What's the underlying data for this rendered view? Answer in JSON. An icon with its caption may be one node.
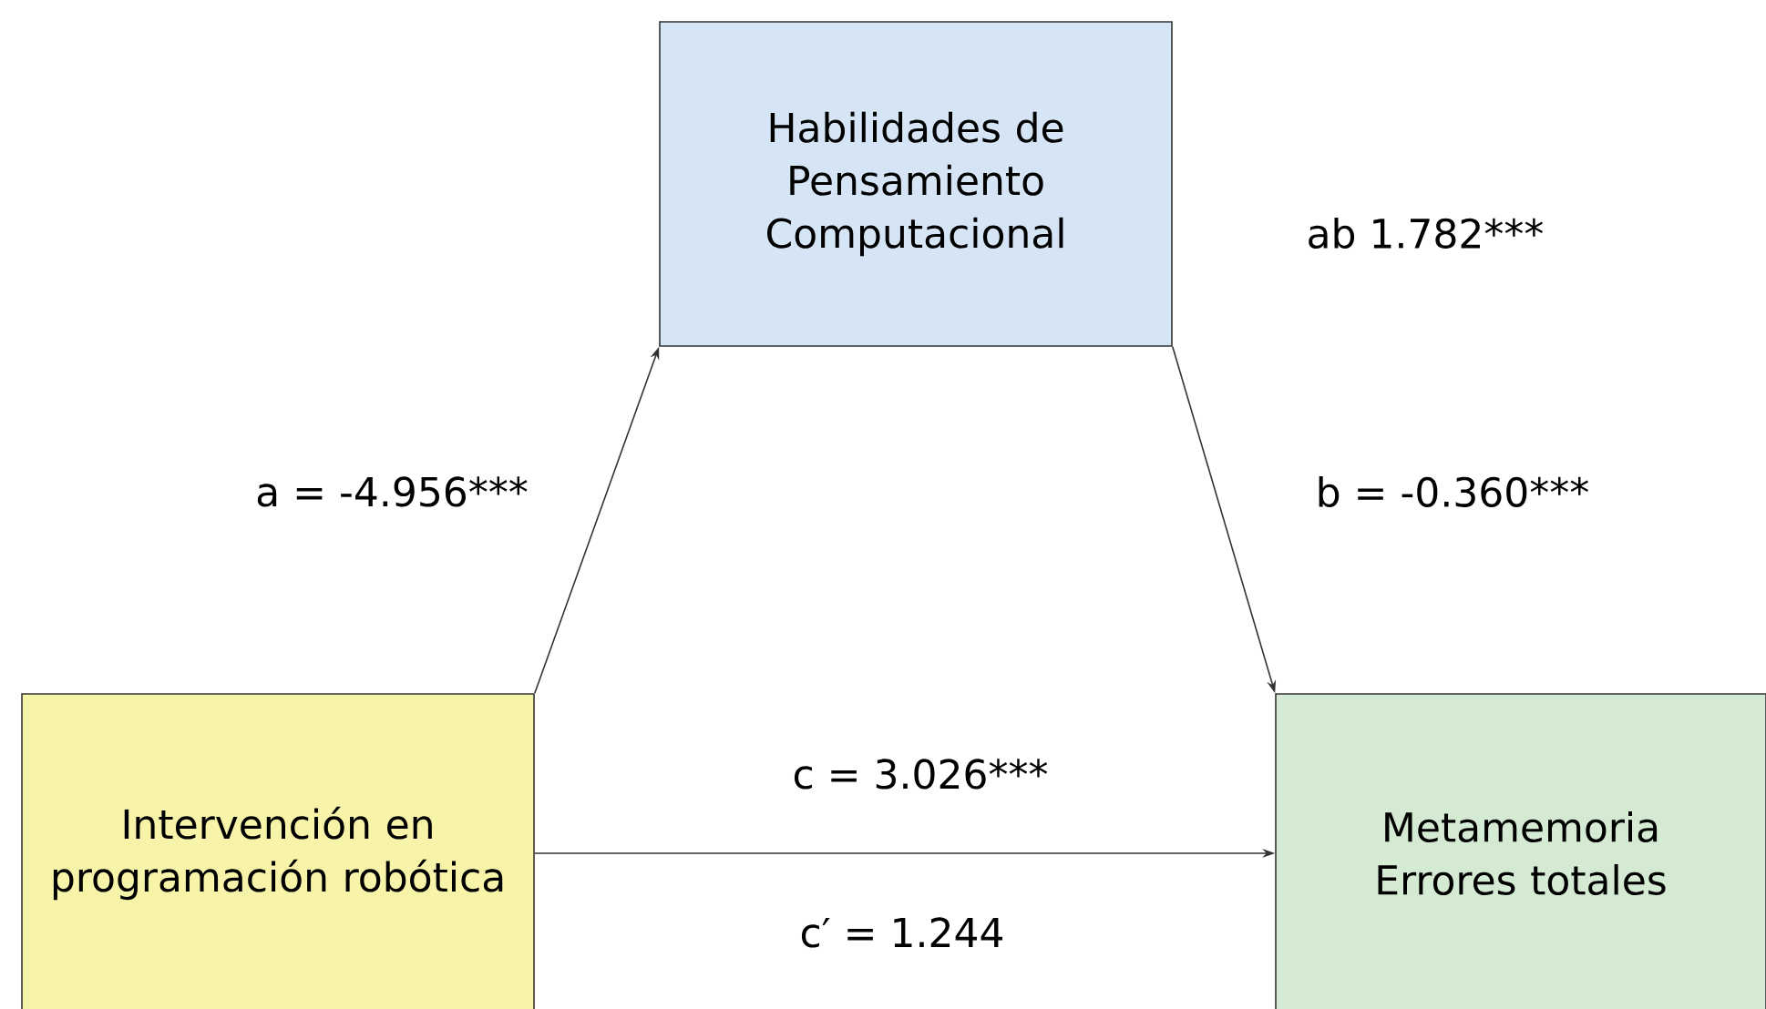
{
  "diagram": {
    "nodes": [
      {
        "text": [
          "Habilidades de Pensamiento Computacional"
        ]
      },
      {
        "text": [
          "Intervención en programación robótica"
        ]
      },
      {
        "text": [
          "Metamemoria Errores totales"
        ]
      }
    ],
    "edges": [
      {
        "from": 1,
        "to": 0,
        "arrow": "to",
        "label": "a = -4.956***"
      },
      {
        "from": 0,
        "to": 2,
        "arrow": "to",
        "label": "b = -0.360***"
      },
      {
        "from": 1,
        "to": 2,
        "arrow": "to",
        "label": "c = 3.026***"
      }
    ],
    "labels": [
      "ab 1.782***",
      "c′ = 1.244"
    ]
  }
}
